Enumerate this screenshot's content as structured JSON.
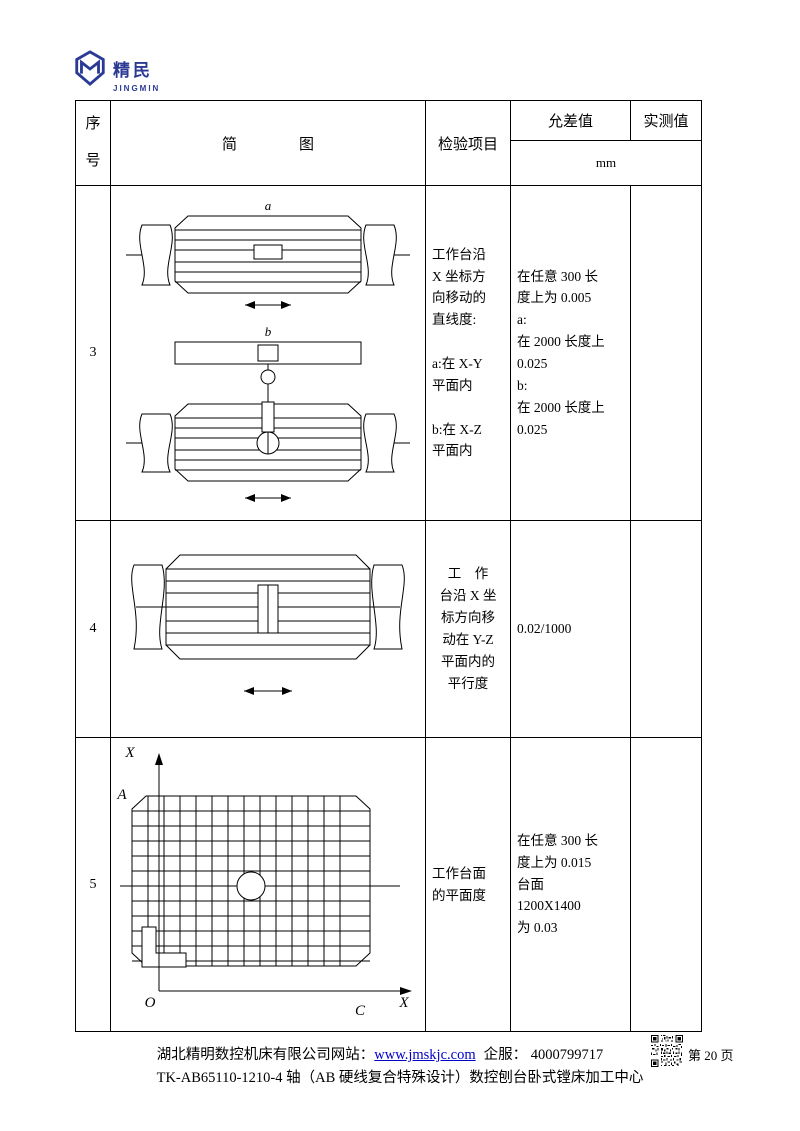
{
  "logo": {
    "brand_cn": "精民",
    "brand_en": "JINGMIN",
    "color": "#2b3a95"
  },
  "table": {
    "header": {
      "seq": "序\n号",
      "diagram_left": "简",
      "diagram_right": "图",
      "item": "检验项目",
      "tolerance": "允差值",
      "measured": "实测值",
      "unit": "mm"
    },
    "rows": [
      {
        "seq": "3",
        "item": "工作台沿\nX 坐标方\n向移动的\n直线度:\n\na:在 X-Y\n平面内\n\nb:在 X-Z\n平面内",
        "tolerance": "在任意 300 长\n度上为 0.005\na:\n在 2000 长度上\n0.025\nb:\n在 2000 长度上\n0.025",
        "measured": ""
      },
      {
        "seq": "4",
        "item": "工　作\n台沿 X 坐\n标方向移\n动在 Y-Z\n平面内的\n平行度",
        "tolerance": "0.02/1000",
        "measured": ""
      },
      {
        "seq": "5",
        "item": "工作台面\n的平面度",
        "tolerance": "在任意 300 长\n度上为 0.015\n台面\n1200X1400\n为 0.03",
        "measured": ""
      }
    ]
  },
  "diagrams": {
    "row3": {
      "label_a": "a",
      "label_b": "b"
    },
    "row5": {
      "axis_top": "X",
      "label_a": "A",
      "origin": "O",
      "axis_right": "X",
      "label_c": "C"
    }
  },
  "footer": {
    "company": "湖北精明数控机床有限公司网站：",
    "website": "www.jmskjc.com",
    "service": "企服： 4000799717",
    "page": "第 20 页",
    "model": "TK-AB65110-1210-4 轴（AB 硬线复合特殊设计）数控刨台卧式镗床加工中心"
  },
  "colors": {
    "link": "#0000c8",
    "accent": "#2b3a95"
  }
}
